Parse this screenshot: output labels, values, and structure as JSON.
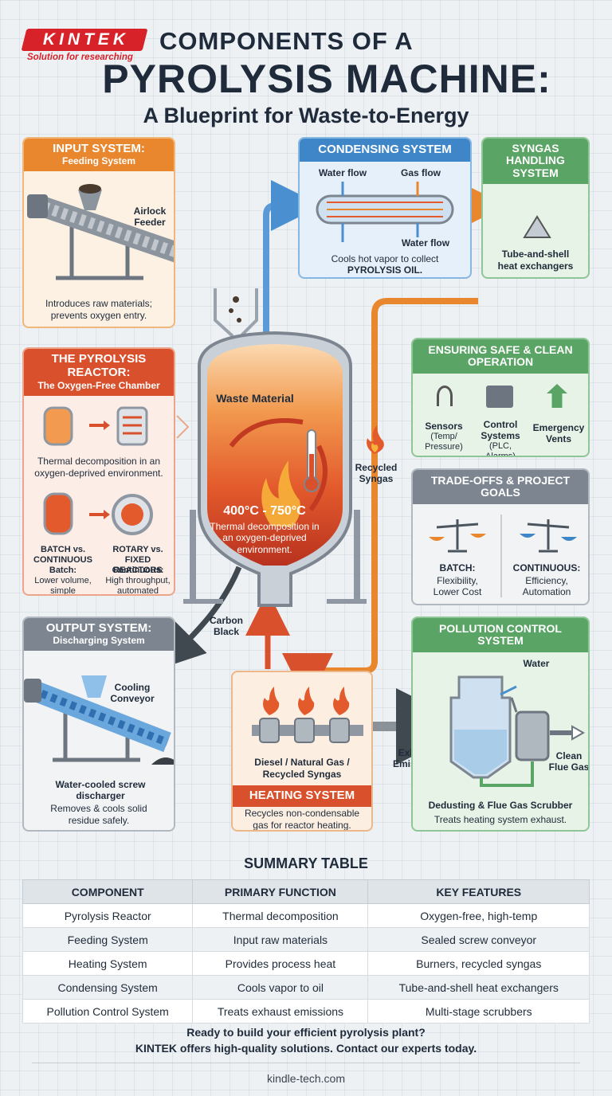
{
  "header": {
    "logo": "KINTEK",
    "tagline": "Solution for researching",
    "title_line1": "COMPONENTS OF A",
    "title_line2": "PYROLYSIS MACHINE:",
    "subtitle": "A Blueprint for Waste-to-Energy"
  },
  "input_system": {
    "title": "INPUT SYSTEM:",
    "subtitle": "Feeding System",
    "label": "Airlock Feeder",
    "desc": "Introduces raw materials; prevents oxygen entry."
  },
  "reactor_panel": {
    "title": "THE PYROLYSIS REACTOR:",
    "subtitle": "The Oxygen-Free Chamber",
    "desc": "Thermal decomposition in an oxygen-deprived environment.",
    "batch_title": "BATCH vs. CONTINUOUS",
    "batch_sub": "Batch:",
    "batch_desc": "Lower volume, simple",
    "rotary_title": "ROTARY vs. FIXED REACTORS",
    "rotary_sub": "Continuous:",
    "rotary_desc": "High throughput, automated"
  },
  "reactor": {
    "waste": "Waste Material",
    "temp": "400°C - 750°C",
    "desc": "Thermal decomposition in an oxygen-deprived environment."
  },
  "condensing": {
    "title": "CONDENSING SYSTEM",
    "water_in": "Water flow",
    "gas_flow": "Gas flow",
    "water_out": "Water flow",
    "desc_line1": "Cools hot vapor to collect",
    "desc_line2": "PYROLYSIS OIL."
  },
  "syngas": {
    "title": "SYNGAS HANDLING SYSTEM",
    "desc": "Tube-and-shell heat exchangers"
  },
  "recycled": "Recycled Syngas",
  "carbon_black": "Carbon Black",
  "safe": {
    "title": "ENSURING SAFE & CLEAN OPERATION",
    "items": [
      {
        "label": "Sensors",
        "sub": "(Temp/ Pressure)"
      },
      {
        "label": "Control Systems",
        "sub": "(PLC, Alarms)"
      },
      {
        "label": "Emergency Vents",
        "sub": ""
      }
    ]
  },
  "tradeoffs": {
    "title": "TRADE-OFFS & PROJECT GOALS",
    "batch_label": "BATCH:",
    "batch_desc": "Flexibility, Lower Cost",
    "cont_label": "CONTINUOUS:",
    "cont_desc": "Efficiency, Automation"
  },
  "output": {
    "title": "OUTPUT SYSTEM:",
    "subtitle": "Discharging System",
    "label": "Cooling Conveyor",
    "label2": "Water-cooled screw discharger",
    "desc": "Removes & cools solid residue safely."
  },
  "heating": {
    "fuel": "Diesel / Natural Gas / Recycled Syngas",
    "title": "HEATING SYSTEM",
    "desc": "Recycles non-condensable gas for reactor heating."
  },
  "exhaust": "Exhaust Emissions",
  "pollution": {
    "title": "POLLUTION CONTROL SYSTEM",
    "water": "Water",
    "clean": "Clean Flue Gas",
    "label": "Dedusting & Flue Gas Scrubber",
    "desc": "Treats heating system exhaust."
  },
  "summary": {
    "title": "SUMMARY TABLE",
    "headers": [
      "COMPONENT",
      "PRIMARY FUNCTION",
      "KEY FEATURES"
    ],
    "rows": [
      [
        "Pyrolysis Reactor",
        "Thermal decomposition",
        "Oxygen-free, high-temp"
      ],
      [
        "Feeding System",
        "Input raw materials",
        "Sealed screw conveyor"
      ],
      [
        "Heating System",
        "Provides process heat",
        "Burners, recycled syngas"
      ],
      [
        "Condensing System",
        "Cools vapor to oil",
        "Tube-and-shell heat exchangers"
      ],
      [
        "Pollution Control System",
        "Treats exhaust emissions",
        "Multi-stage scrubbers"
      ]
    ]
  },
  "footer": {
    "cta1": "Ready to build your efficient pyrolysis plant?",
    "cta2": "KINTEK offers high-quality solutions. Contact our experts today.",
    "url": "kindle-tech.com"
  },
  "colors": {
    "orange": "#e8872e",
    "red": "#d9502c",
    "blue": "#3f86c8",
    "green": "#5aa465",
    "gray": "#7c8590"
  }
}
